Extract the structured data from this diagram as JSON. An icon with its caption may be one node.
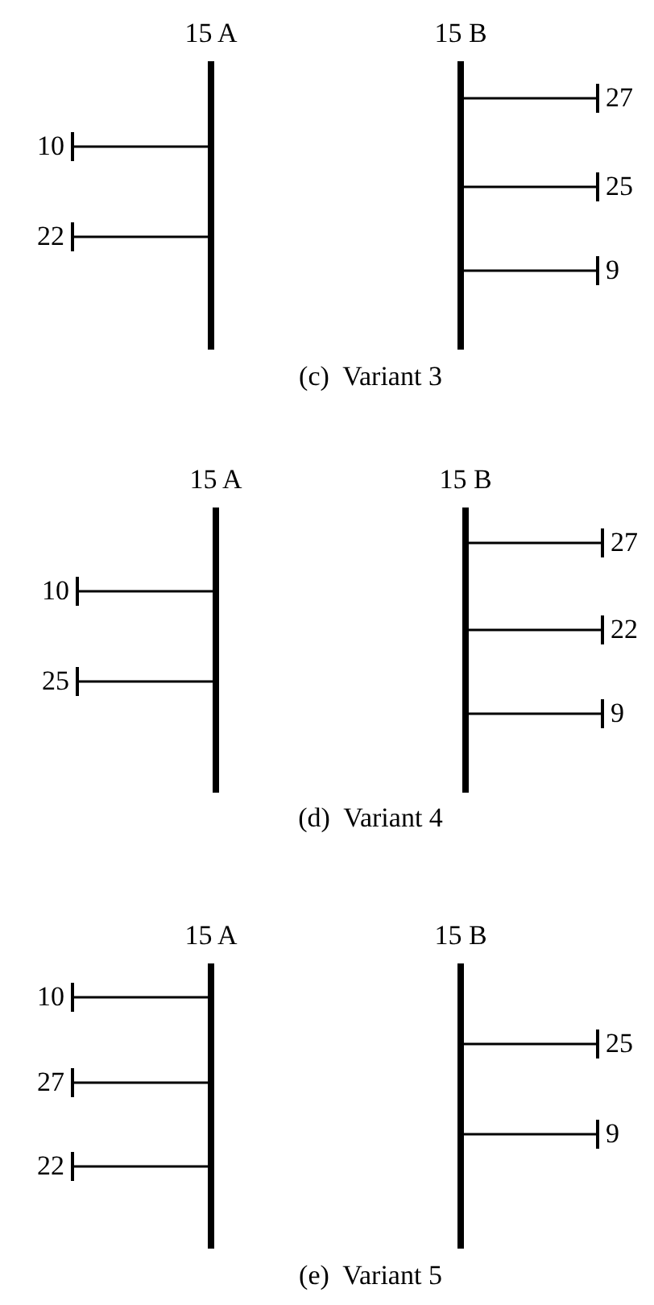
{
  "diagram": {
    "nodes": [
      {
        "text": [
          "15 A"
        ]
      },
      {
        "text": [
          "15 B"
        ]
      },
      {
        "text": [
          "10"
        ]
      },
      {
        "text": [
          "22"
        ]
      },
      {
        "text": [
          "27"
        ]
      },
      {
        "text": [
          "25"
        ]
      },
      {
        "text": [
          "9"
        ]
      },
      {
        "text": [
          "15 A"
        ]
      },
      {
        "text": [
          "15 B"
        ]
      },
      {
        "text": [
          "10"
        ]
      },
      {
        "text": [
          "25"
        ]
      },
      {
        "text": [
          "27"
        ]
      },
      {
        "text": [
          "22"
        ]
      },
      {
        "text": [
          "9"
        ]
      },
      {
        "text": [
          "15 A"
        ]
      },
      {
        "text": [
          "15 B"
        ]
      },
      {
        "text": [
          "10"
        ]
      },
      {
        "text": [
          "27"
        ]
      },
      {
        "text": [
          "22"
        ]
      },
      {
        "text": [
          "25"
        ]
      },
      {
        "text": [
          "9"
        ]
      }
    ],
    "edges": [
      {
        "from": 0,
        "to": 2,
        "arrow": "none"
      },
      {
        "from": 0,
        "to": 3,
        "arrow": "none"
      },
      {
        "from": 1,
        "to": 4,
        "arrow": "none"
      },
      {
        "from": 1,
        "to": 5,
        "arrow": "none"
      },
      {
        "from": 1,
        "to": 6,
        "arrow": "none"
      },
      {
        "from": 7,
        "to": 9,
        "arrow": "none"
      },
      {
        "from": 7,
        "to": 10,
        "arrow": "none"
      },
      {
        "from": 8,
        "to": 11,
        "arrow": "none"
      },
      {
        "from": 8,
        "to": 12,
        "arrow": "none"
      },
      {
        "from": 8,
        "to": 13,
        "arrow": "none"
      },
      {
        "from": 14,
        "to": 16,
        "arrow": "none"
      },
      {
        "from": 14,
        "to": 17,
        "arrow": "none"
      },
      {
        "from": 14,
        "to": 18,
        "arrow": "none"
      },
      {
        "from": 15,
        "to": 19,
        "arrow": "none"
      },
      {
        "from": 15,
        "to": 20,
        "arrow": "none"
      }
    ],
    "labels": [
      "(c)  Variant 3",
      "(d)  Variant 4",
      "(e)  Variant 5"
    ]
  }
}
